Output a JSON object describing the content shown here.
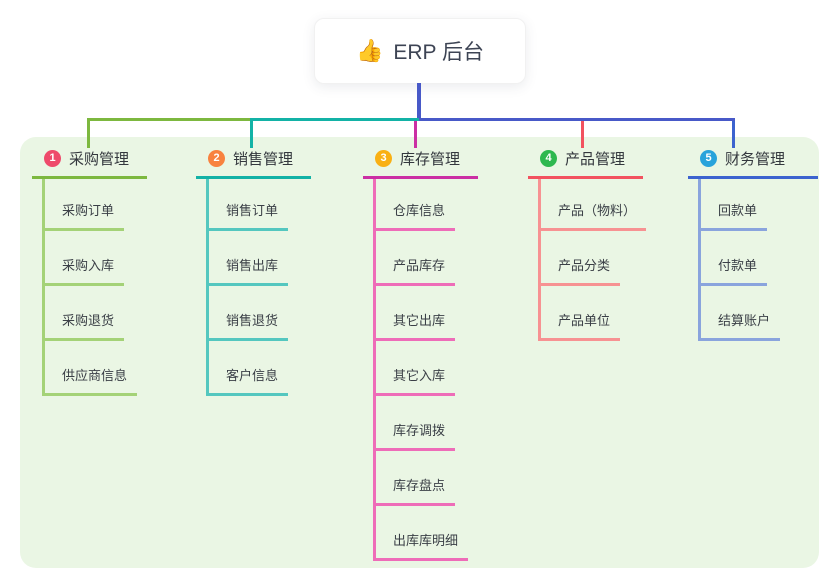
{
  "root": {
    "icon": "👍",
    "title": "ERP 后台",
    "connector_color": "#4859c8"
  },
  "panel": {
    "background": "#eaf6e4"
  },
  "branches": [
    {
      "badge": "1",
      "title": "采购管理",
      "badge_color": "#ee4a6b",
      "color": "#7db83f",
      "light_color": "#a4d277",
      "children": [
        "采购订单",
        "采购入库",
        "采购退货",
        "供应商信息"
      ]
    },
    {
      "badge": "2",
      "title": "销售管理",
      "badge_color": "#f8823f",
      "color": "#13b2a6",
      "light_color": "#54c7bf",
      "children": [
        "销售订单",
        "销售出库",
        "销售退货",
        "客户信息"
      ]
    },
    {
      "badge": "3",
      "title": "库存管理",
      "badge_color": "#f9b013",
      "color": "#cb2fa4",
      "light_color": "#ee6cb8",
      "children": [
        "仓库信息",
        "产品库存",
        "其它出库",
        "其它入库",
        "库存调拨",
        "库存盘点",
        "出库库明细"
      ]
    },
    {
      "badge": "4",
      "title": "产品管理",
      "badge_color": "#2eb84f",
      "color": "#f2525f",
      "light_color": "#f79292",
      "children": [
        "产品（物料）",
        "产品分类",
        "产品单位"
      ]
    },
    {
      "badge": "5",
      "title": "财务管理",
      "badge_color": "#28a3db",
      "color": "#3c63cf",
      "light_color": "#8aa4dd",
      "children": [
        "回款单",
        "付款单",
        "结算账户"
      ]
    }
  ]
}
